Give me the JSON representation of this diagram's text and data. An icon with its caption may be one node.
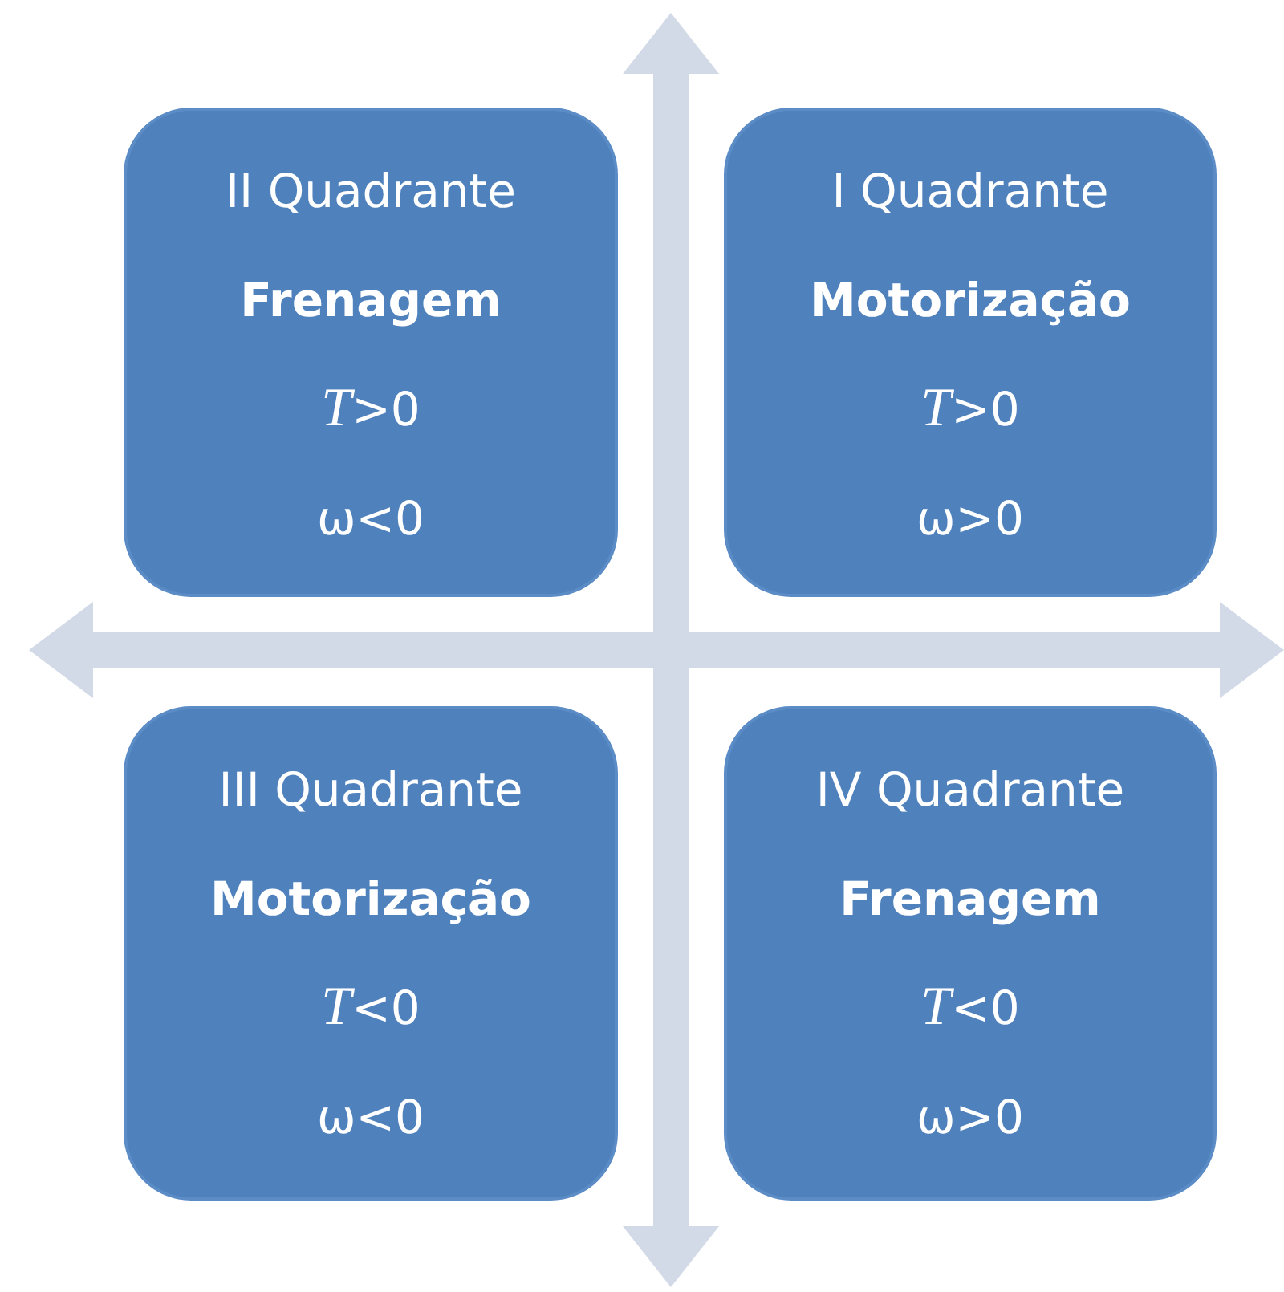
{
  "diagram": {
    "nodes": [
      {
        "text": [
          "II Quadrante",
          "Frenagem",
          "*T*>0",
          "ω<0"
        ]
      },
      {
        "text": [
          "I Quadrante",
          "Motorização",
          "*T*>0",
          "ω>0"
        ]
      },
      {
        "text": [
          "III Quadrante",
          "Motorização",
          "*T*<0",
          "ω<0"
        ]
      },
      {
        "text": [
          "IV Quadrante",
          "Frenagem",
          "*T*<0",
          "ω>0"
        ]
      }
    ]
  }
}
